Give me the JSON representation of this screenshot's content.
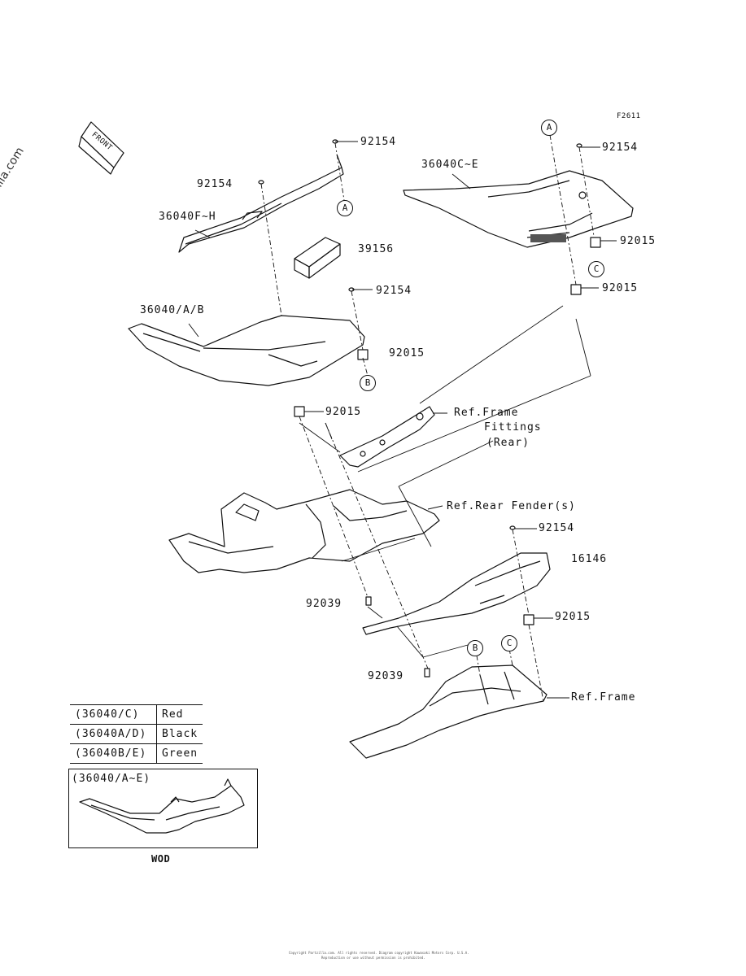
{
  "figure_code": "F2611",
  "watermark": "© Partzilla.com",
  "front_label": "FRONT",
  "part_labels": {
    "p92154_top_mid": "92154",
    "p92154_top_left": "92154",
    "p36040FH": "36040F~H",
    "p39156": "39156",
    "p36040CE": "36040C~E",
    "p92154_top_right": "92154",
    "p92015_right_upper": "92015",
    "p92015_right_lower": "92015",
    "p92154_mid": "92154",
    "p36040AB": "36040/A/B",
    "p92015_mid": "92015",
    "p92015_left": "92015",
    "p92154_lower_right": "92154",
    "p16146": "16146",
    "p92015_lower_right": "92015",
    "p92039_upper": "92039",
    "p92039_lower": "92039"
  },
  "ref_labels": {
    "frame_fittings_1": "Ref.Frame",
    "frame_fittings_2": "Fittings",
    "frame_fittings_3": "(Rear)",
    "rear_fender": "Ref.Rear Fender(s)",
    "frame": "Ref.Frame"
  },
  "callouts": {
    "a_left": "A",
    "a_right": "A",
    "b_mid": "B",
    "b_lower": "B",
    "c_right": "C",
    "c_lower": "C"
  },
  "color_table": [
    {
      "code": "(36040/C)",
      "color": "Red"
    },
    {
      "code": "(36040A/D)",
      "color": "Black"
    },
    {
      "code": "(36040B/E)",
      "color": "Green"
    }
  ],
  "inset": {
    "title": "(36040/A~E)",
    "caption": "WOD"
  },
  "footer_line1": "Copyright Partzilla.com. All rights reserved. Diagram copyright Kawasaki Motors Corp. U.S.A.",
  "footer_line2": "Reproduction or use without permission is prohibited."
}
